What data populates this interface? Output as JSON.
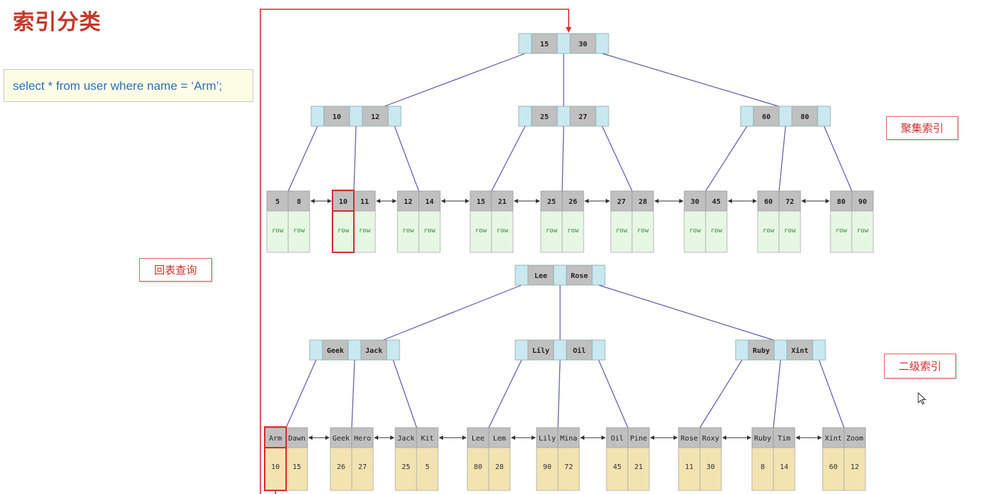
{
  "title": "索引分类",
  "sql": "select * from user where name = ‘Arm’;",
  "labels": {
    "clustered": "聚集索引",
    "secondary": "二级索引",
    "lookup": "回表查询"
  },
  "clustered": {
    "root": [
      "15",
      "30"
    ],
    "internal": [
      [
        "10",
        "12"
      ],
      [
        "25",
        "27"
      ],
      [
        "60",
        "80"
      ]
    ],
    "leaves": [
      {
        "keys": [
          "5",
          "8"
        ],
        "rows": [
          "row",
          "row"
        ]
      },
      {
        "keys": [
          "10",
          "11"
        ],
        "rows": [
          "row",
          "row"
        ],
        "highlight": 0
      },
      {
        "keys": [
          "12",
          "14"
        ],
        "rows": [
          "row",
          "row"
        ]
      },
      {
        "keys": [
          "15",
          "21"
        ],
        "rows": [
          "row",
          "row"
        ]
      },
      {
        "keys": [
          "25",
          "26"
        ],
        "rows": [
          "row",
          "row"
        ]
      },
      {
        "keys": [
          "27",
          "28"
        ],
        "rows": [
          "row",
          "row"
        ]
      },
      {
        "keys": [
          "30",
          "45"
        ],
        "rows": [
          "row",
          "row"
        ]
      },
      {
        "keys": [
          "60",
          "72"
        ],
        "rows": [
          "row",
          "row"
        ]
      },
      {
        "keys": [
          "80",
          "90"
        ],
        "rows": [
          "row",
          "row"
        ]
      }
    ]
  },
  "secondary": {
    "root": [
      "Lee",
      "Rose"
    ],
    "internal": [
      [
        "Geek",
        "Jack"
      ],
      [
        "Lily",
        "Oil"
      ],
      [
        "Ruby",
        "Xint"
      ]
    ],
    "leaves": [
      {
        "keys": [
          "Arm",
          "Dawn"
        ],
        "values": [
          "10",
          "15"
        ],
        "highlight": 0
      },
      {
        "keys": [
          "Geek",
          "Hero"
        ],
        "values": [
          "26",
          "27"
        ]
      },
      {
        "keys": [
          "Jack",
          "Kit"
        ],
        "values": [
          "25",
          "5"
        ]
      },
      {
        "keys": [
          "Lee",
          "Lem"
        ],
        "values": [
          "80",
          "28"
        ]
      },
      {
        "keys": [
          "Lily",
          "Mina"
        ],
        "values": [
          "90",
          "72"
        ]
      },
      {
        "keys": [
          "Oil",
          "Pine"
        ],
        "values": [
          "45",
          "21"
        ]
      },
      {
        "keys": [
          "Rose",
          "Roxy"
        ],
        "values": [
          "11",
          "30"
        ]
      },
      {
        "keys": [
          "Ruby",
          "Tim"
        ],
        "values": [
          "8",
          "14"
        ]
      },
      {
        "keys": [
          "Xint",
          "Zoom"
        ],
        "values": [
          "60",
          "12"
        ]
      }
    ]
  },
  "colors": {
    "accent_red": "#d62c2c",
    "node_key": "#c0c0c0",
    "node_pointer": "#c9e8f0",
    "row_cell": "#e6f7e4",
    "value_cell": "#f2e3b1",
    "edge": "#5b5ba8"
  }
}
